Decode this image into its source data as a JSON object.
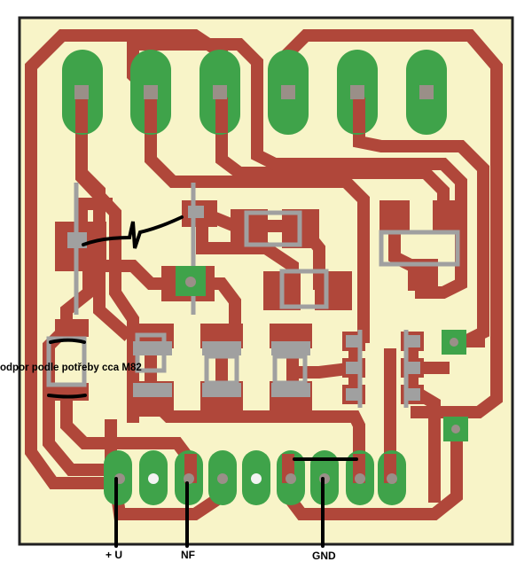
{
  "colors": {
    "board": "#f8f4c8",
    "border": "#202020",
    "trace": "#b0473a",
    "pad": "#3fa34a",
    "hole_dark": "#9a8f88",
    "hole_light": "#f3f3f3",
    "outline": "#a0a0a0",
    "wire": "#000000"
  },
  "annotations": {
    "resistor_note": "odpor podle potřeby cca M82",
    "plus_u": "+ U",
    "nf": "NF",
    "gnd": "GND"
  }
}
